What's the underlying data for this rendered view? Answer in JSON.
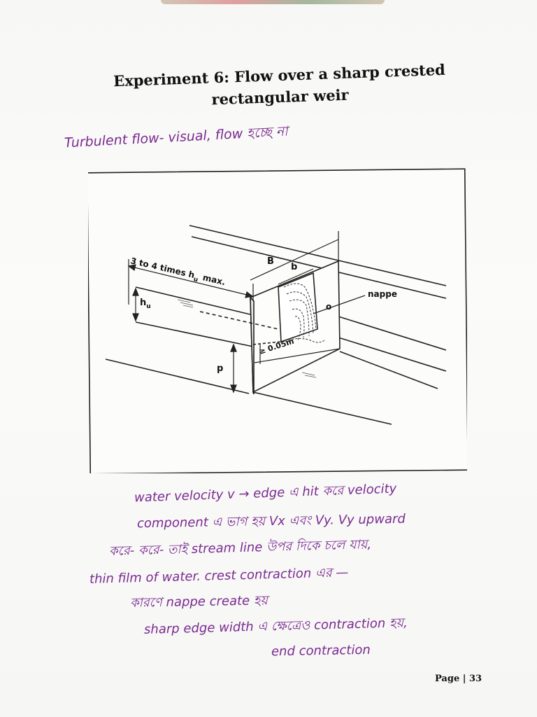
{
  "header": {
    "title_line1": "Experiment 6: Flow over a sharp crested",
    "title_line2": "rectangular weir"
  },
  "handwritten_top": "Turbulent flow- visual, flow হচ্ছে না",
  "figure": {
    "labels": {
      "upstream": "3 to 4 times h",
      "upstream_sub": "u",
      "upstream_max": "max.",
      "B": "B",
      "b": "b",
      "nappe": "nappe",
      "o": "o",
      "h": "h",
      "h_sub": "u",
      "crest": "≥ 0.05m",
      "p": "p"
    }
  },
  "notes": [
    "water velocity v → edge এ hit করে velocity",
    "component এ ভাগ হয়  Vx এবং Vy. Vy upward",
    "করে- করে- তাই stream line উপর দিকে চলে যায়,",
    "thin film of water. crest contraction এর —",
    "কারণে nappe create হয়",
    "sharp edge width এ ক্ষেত্রেও contraction হয়,",
    "end contraction"
  ],
  "footer": {
    "page": "Page | 33"
  },
  "colors": {
    "ink": "#7a2a92",
    "print": "#111111",
    "paper": "#f8f8f6"
  }
}
